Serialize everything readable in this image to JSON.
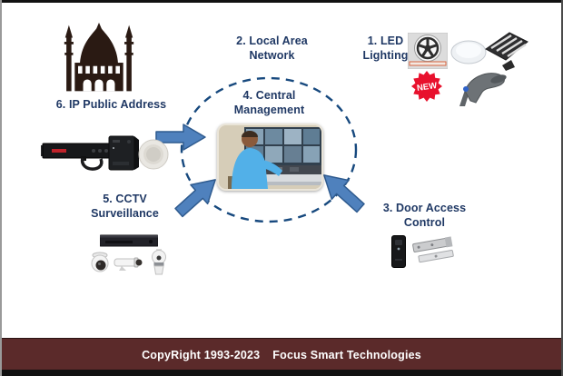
{
  "meta": {
    "type": "building-smart-systems-diagram"
  },
  "colors": {
    "label_navy": "#1F3864",
    "arrow_blue": "#4F81BD",
    "arrow_outline": "#2F5B8F",
    "dashed_circle_blue": "#17497E",
    "footer_maroon": "#5B2A2A",
    "badge_red": "#E8112D",
    "mosque_dark": "#2A1A13"
  },
  "site_icon": "mosque",
  "nodes": {
    "led_lighting": {
      "label": "1. LED Lighting",
      "badge": "NEW",
      "products": [
        "led-strip-reel",
        "ceiling-light",
        "flood-light",
        "street-light"
      ]
    },
    "local_area_network": {
      "label": "2. Local Area Network"
    },
    "door_access": {
      "label": "3. Door Access Control",
      "products": [
        "access-reader",
        "magnetic-lock"
      ]
    },
    "central_management": {
      "label": "4. Central Management",
      "image": "control-room-operator-photo"
    },
    "cctv": {
      "label": "5. CCTV Surveillance",
      "products": [
        "nvr-recorder",
        "dome-camera",
        "bullet-camera",
        "ptz-camera"
      ]
    },
    "ip_public_address": {
      "label": "6. IP Public Address",
      "products": [
        "pa-amplifier",
        "wall-mount-box",
        "ceiling-speaker"
      ]
    }
  },
  "footer": {
    "copyright": "CopyRight 1993-2023",
    "company": "Focus Smart Technologies"
  }
}
